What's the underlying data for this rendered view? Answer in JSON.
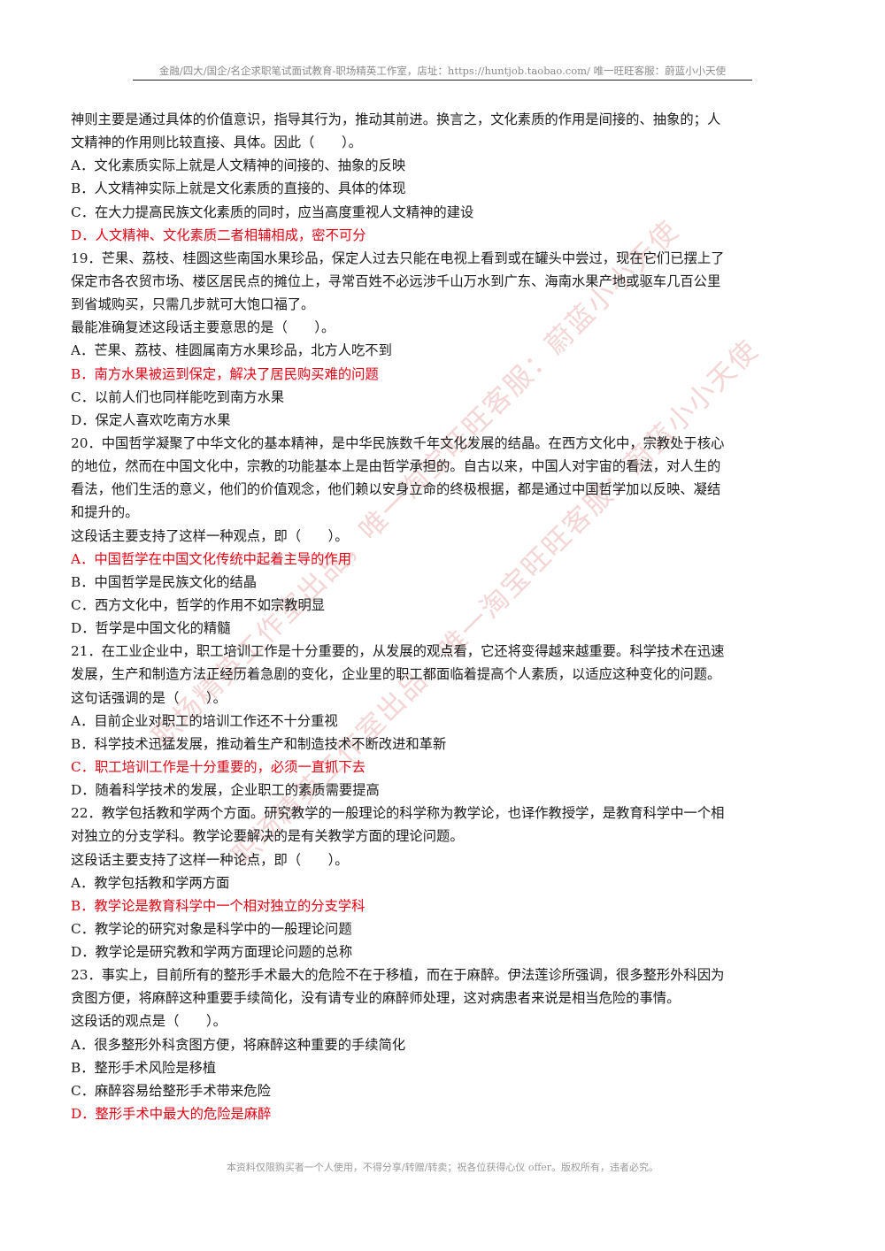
{
  "header": {
    "text": "金融/四大/国企/名企求职笔试面试教育-职场精英工作室，店址：https://huntjob.taobao.com/ 唯一旺旺客服：蔚蓝小小天使"
  },
  "lines": [
    {
      "text": "神则主要是通过具体的价值意识，指导其行为，推动其前进。换言之，文化素质的作用是间接的、抽象的；人",
      "answer": false
    },
    {
      "text": "文精神的作用则比较直接、具体。因此（　　）。",
      "answer": false
    },
    {
      "text": "A．文化素质实际上就是人文精神的间接的、抽象的反映",
      "answer": false
    },
    {
      "text": "B．人文精神实际上就是文化素质的直接的、具体的体现",
      "answer": false
    },
    {
      "text": "C．在大力提高民族文化素质的同时，应当高度重视人文精神的建设",
      "answer": false
    },
    {
      "text": "D．人文精神、文化素质二者相辅相成，密不可分",
      "answer": true
    },
    {
      "text": "19．芒果、荔枝、桂圆这些南国水果珍品，保定人过去只能在电视上看到或在罐头中尝过，现在它们已摆上了",
      "answer": false
    },
    {
      "text": "保定市各农贸市场、楼区居民点的摊位上，寻常百姓不必远涉千山万水到广东、海南水果产地或驱车几百公里",
      "answer": false
    },
    {
      "text": "到省城购买，只需几步就可大饱口福了。",
      "answer": false
    },
    {
      "text": "最能准确复述这段话主要意思的是（　　）。",
      "answer": false
    },
    {
      "text": "A．芒果、荔枝、桂圆属南方水果珍品，北方人吃不到",
      "answer": false
    },
    {
      "text": "B．南方水果被运到保定，解决了居民购买难的问题",
      "answer": true
    },
    {
      "text": "C．以前人们也同样能吃到南方水果",
      "answer": false
    },
    {
      "text": "D．保定人喜欢吃南方水果",
      "answer": false
    },
    {
      "text": "20．中国哲学凝聚了中华文化的基本精神，是中华民族数千年文化发展的结晶。在西方文化中，宗教处于核心",
      "answer": false
    },
    {
      "text": "的地位，然而在中国文化中，宗教的功能基本上是由哲学承担的。自古以来，中国人对宇宙的看法，对人生的",
      "answer": false
    },
    {
      "text": "看法，他们生活的意义，他们的价值观念，他们赖以安身立命的终极根据，都是通过中国哲学加以反映、凝结",
      "answer": false
    },
    {
      "text": "和提升的。",
      "answer": false
    },
    {
      "text": "这段话主要支持了这样一种观点，即（　　）。",
      "answer": false
    },
    {
      "text": "A．中国哲学在中国文化传统中起着主导的作用",
      "answer": true
    },
    {
      "text": "B．中国哲学是民族文化的结晶",
      "answer": false
    },
    {
      "text": "C．西方文化中，哲学的作用不如宗教明显",
      "answer": false
    },
    {
      "text": "D．哲学是中国文化的精髓",
      "answer": false
    },
    {
      "text": "21．在工业企业中，职工培训工作是十分重要的，从发展的观点看，它还将变得越来越重要。科学技术在迅速",
      "answer": false
    },
    {
      "text": "发展，生产和制造方法正经历着急剧的变化，企业里的职工都面临着提高个人素质，以适应这种变化的问题。",
      "answer": false
    },
    {
      "text": "这句话强调的是（　　）。",
      "answer": false
    },
    {
      "text": "A．目前企业对职工的培训工作还不十分重视",
      "answer": false
    },
    {
      "text": "B．科学技术迅猛发展，推动着生产和制造技术不断改进和革新",
      "answer": false
    },
    {
      "text": "C．职工培训工作是十分重要的，必须一直抓下去",
      "answer": true
    },
    {
      "text": "D．随着科学技术的发展，企业职工的素质需要提高",
      "answer": false
    },
    {
      "text": "22．教学包括教和学两个方面。研究教学的一般理论的科学称为教学论，也译作教授学，是教育科学中一个相",
      "answer": false
    },
    {
      "text": "对独立的分支学科。教学论要解决的是有关教学方面的理论问题。",
      "answer": false
    },
    {
      "text": "这段话主要支持了这样一种论点，即（　　）。",
      "answer": false
    },
    {
      "text": "A．教学包括教和学两方面",
      "answer": false
    },
    {
      "text": "B．教学论是教育科学中一个相对独立的分支学科",
      "answer": true
    },
    {
      "text": "C．教学论的研究对象是科学中的一般理论问题",
      "answer": false
    },
    {
      "text": "D．教学论是研究教和学两方面理论问题的总称",
      "answer": false
    },
    {
      "text": "23．事实上，目前所有的整形手术最大的危险不在于移植，而在于麻醉。伊法莲诊所强调，很多整形外科因为",
      "answer": false
    },
    {
      "text": "贪图方便，将麻醉这种重要手续简化，没有请专业的麻醉师处理，这对病患者来说是相当危险的事情。",
      "answer": false
    },
    {
      "text": "这段话的观点是（　　）。",
      "answer": false
    },
    {
      "text": "A．很多整形外科贪图方便，将麻醉这种重要的手续简化",
      "answer": false
    },
    {
      "text": "B．整形手术风险是移植",
      "answer": false
    },
    {
      "text": "C．麻醉容易给整形手术带来危险",
      "answer": false
    },
    {
      "text": "D．整形手术中最大的危险是麻醉",
      "answer": true
    }
  ],
  "watermark": {
    "line1": "职场精英工作室出品，唯一淘宝旺旺客服：蔚蓝小小天使",
    "line2": "职场精英工作室出品，唯一淘宝旺旺客服：蔚蓝小小天使"
  },
  "footer": {
    "text": "本资料仅限购买者一个人使用，不得分享/转赠/转卖；祝各位获得心仪 offer。版权所有，违者必究。"
  },
  "colors": {
    "answer": "#e60012",
    "text": "#1a1a1a"
  }
}
